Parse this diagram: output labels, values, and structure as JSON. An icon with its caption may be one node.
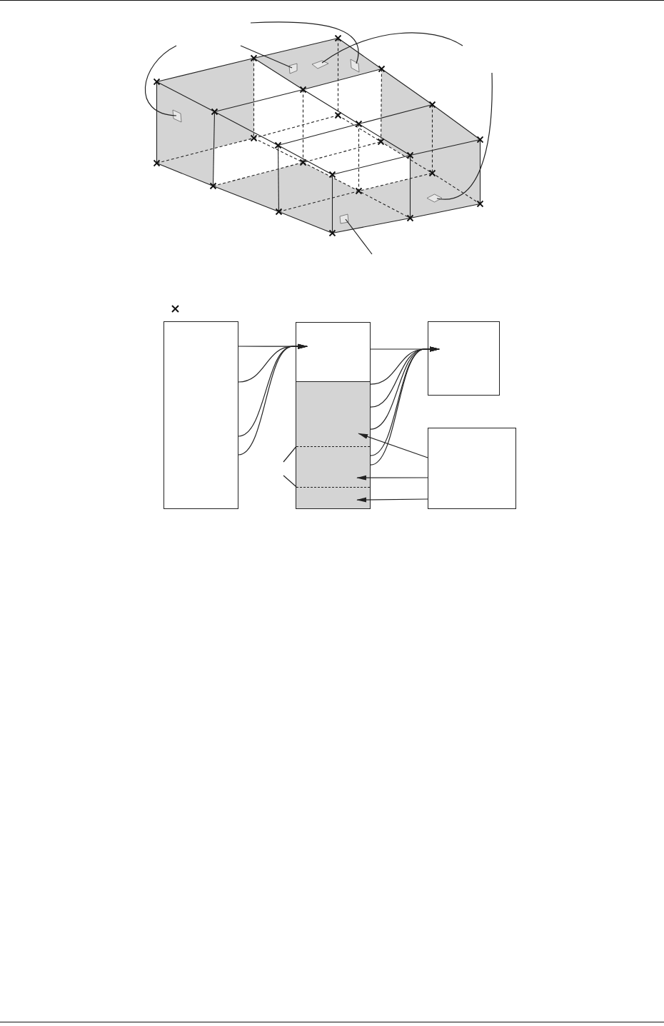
{
  "diagram": {
    "nodes": [
      {
        "text": [],
        "shape": "box"
      },
      {
        "text": [],
        "shape": "box"
      },
      {
        "text": [],
        "shape": "box"
      },
      {
        "text": [],
        "shape": "box"
      },
      {
        "text": [],
        "shape": "diamond"
      },
      {
        "text": [],
        "shape": "box"
      },
      {
        "text": [],
        "shape": "box"
      },
      {
        "text": [],
        "shape": "box"
      },
      {
        "text": [],
        "shape": "box",
        "in": 7
      },
      {
        "text": [],
        "shape": "box",
        "in": 7
      },
      {
        "text": [],
        "shape": "line",
        "in": 9
      },
      {
        "text": [],
        "shape": "line",
        "in": 9
      },
      {
        "text": [],
        "shape": "box"
      },
      {
        "text": [],
        "shape": "box"
      }
    ],
    "edges": [
      {
        "from": null,
        "to": 0,
        "arrow": "none"
      },
      {
        "from": null,
        "to": 1,
        "arrow": "none"
      },
      {
        "from": null,
        "to": 2,
        "arrow": "none"
      },
      {
        "from": null,
        "to": 3,
        "arrow": "none"
      },
      {
        "from": null,
        "to": 4,
        "arrow": "none"
      },
      {
        "from": null,
        "to": 5,
        "arrow": "none"
      },
      {
        "from": null,
        "to": 10,
        "arrow": "none"
      },
      {
        "from": null,
        "to": 11,
        "arrow": "none"
      },
      {
        "from": 6,
        "to": 8,
        "arrow": "to"
      },
      {
        "from": 6,
        "to": 8,
        "arrow": "to"
      },
      {
        "from": 6,
        "to": 8,
        "arrow": "to"
      },
      {
        "from": 6,
        "to": 8,
        "arrow": "to"
      },
      {
        "from": 8,
        "to": 12,
        "arrow": "to"
      },
      {
        "from": 9,
        "to": 12,
        "arrow": "to"
      },
      {
        "from": 9,
        "to": 12,
        "arrow": "to"
      },
      {
        "from": 9,
        "to": 12,
        "arrow": "to"
      },
      {
        "from": 9,
        "to": 12,
        "arrow": "to"
      },
      {
        "from": 9,
        "to": 12,
        "arrow": "to"
      },
      {
        "from": 13,
        "to": 9,
        "arrow": "to"
      },
      {
        "from": 13,
        "to": 9,
        "arrow": "to"
      },
      {
        "from": 13,
        "to": 9,
        "arrow": "to"
      }
    ]
  }
}
